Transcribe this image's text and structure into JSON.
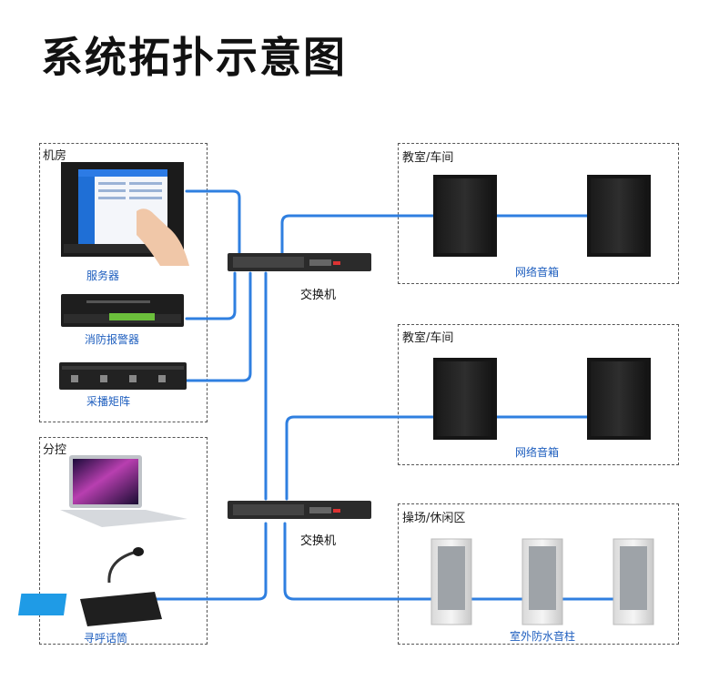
{
  "title": "系统拓扑示意图",
  "zones": {
    "machine_room": "机房",
    "branch_control": "分控",
    "classroom_1": "教室/车间",
    "classroom_2": "教室/车间",
    "playground": "操场/休闲区"
  },
  "devices": {
    "server": "服务器",
    "fire_alarm": "消防报警器",
    "matrix": "采播矩阵",
    "mic": "寻呼话筒",
    "speakers_1": "网络音箱",
    "speakers_2": "网络音箱",
    "outdoor": "室外防水音柱"
  },
  "switches": {
    "top": "交换机",
    "bottom": "交换机"
  },
  "colors": {
    "cable": "#2f7fe0",
    "dashed_border": "#555555",
    "label_blue": "#1f5fbf"
  }
}
